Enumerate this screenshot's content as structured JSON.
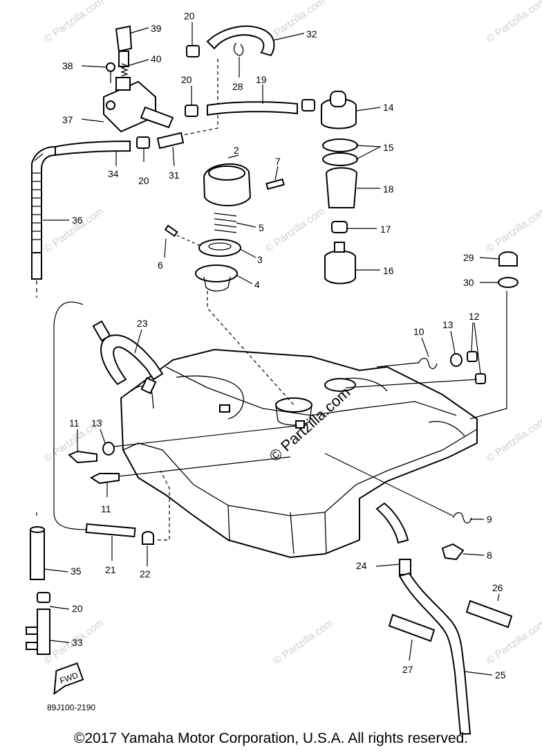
{
  "diagram": {
    "callouts": [
      "39",
      "20",
      "32",
      "38",
      "40",
      "28",
      "19",
      "20",
      "37",
      "14",
      "15",
      "34",
      "20",
      "31",
      "2",
      "7",
      "36",
      "18",
      "5",
      "17",
      "6",
      "3",
      "29",
      "16",
      "4",
      "30",
      "23",
      "10",
      "13",
      "12",
      "11",
      "13",
      "11",
      "9",
      "21",
      "22",
      "8",
      "24",
      "35",
      "26",
      "20",
      "33",
      "27",
      "25"
    ],
    "diagram_code": "89J100-2190",
    "fwd_label": "FWD",
    "watermark": "© Partzilla.com"
  },
  "footer": {
    "copyright": "©2017 Yamaha Motor Corporation, U.S.A. All rights reserved."
  }
}
